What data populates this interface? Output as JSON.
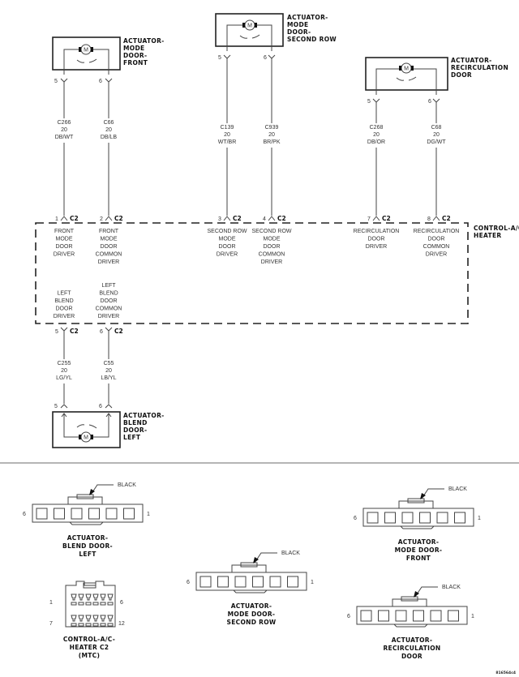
{
  "actuators": {
    "mode_front": {
      "title": [
        "ACTUATOR-",
        "MODE",
        "DOOR-",
        "FRONT"
      ],
      "motor": "M",
      "pins": [
        "5",
        "6"
      ]
    },
    "mode_second": {
      "title": [
        "ACTUATOR-",
        "MODE",
        "DOOR-",
        "SECOND ROW"
      ],
      "motor": "M",
      "pins": [
        "5",
        "6"
      ]
    },
    "recirc": {
      "title": [
        "ACTUATOR-",
        "RECIRCULATION",
        "DOOR"
      ],
      "motor": "M",
      "pins": [
        "5",
        "6"
      ]
    },
    "blend_left": {
      "title": [
        "ACTUATOR-",
        "BLEND",
        "DOOR-",
        "LEFT"
      ],
      "motor": "M",
      "pins": [
        "5",
        "6"
      ]
    }
  },
  "wires": [
    {
      "circuit": "C266",
      "gauge": "20",
      "color": "DB/WT"
    },
    {
      "circuit": "C66",
      "gauge": "20",
      "color": "DB/LB"
    },
    {
      "circuit": "C139",
      "gauge": "20",
      "color": "WT/BR"
    },
    {
      "circuit": "C939",
      "gauge": "20",
      "color": "BR/PK"
    },
    {
      "circuit": "C268",
      "gauge": "20",
      "color": "DB/OR"
    },
    {
      "circuit": "C68",
      "gauge": "20",
      "color": "DG/WT"
    },
    {
      "circuit": "C255",
      "gauge": "20",
      "color": "LG/YL"
    },
    {
      "circuit": "C55",
      "gauge": "20",
      "color": "LB/YL"
    }
  ],
  "controller": {
    "title": [
      "CONTROL-A/C-",
      "HEATER"
    ],
    "connector": "C2",
    "top_pins": [
      {
        "pin": "1",
        "lines": [
          "FRONT",
          "MODE",
          "DOOR",
          "DRIVER"
        ]
      },
      {
        "pin": "2",
        "lines": [
          "FRONT",
          "MODE",
          "DOOR",
          "COMMON",
          "DRIVER"
        ]
      },
      {
        "pin": "3",
        "lines": [
          "SECOND ROW",
          "MODE",
          "DOOR",
          "DRIVER"
        ]
      },
      {
        "pin": "4",
        "lines": [
          "SECOND ROW",
          "MODE",
          "DOOR",
          "COMMON",
          "DRIVER"
        ]
      },
      {
        "pin": "7",
        "lines": [
          "RECIRCULATION",
          "DOOR",
          "DRIVER"
        ]
      },
      {
        "pin": "8",
        "lines": [
          "RECIRCULATION",
          "DOOR",
          "COMMON",
          "DRIVER"
        ]
      }
    ],
    "bottom_pins": [
      {
        "pin": "5",
        "lines": [
          "LEFT",
          "BLEND",
          "DOOR",
          "DRIVER"
        ]
      },
      {
        "pin": "6",
        "lines": [
          "LEFT",
          "BLEND",
          "DOOR",
          "COMMON",
          "DRIVER"
        ]
      }
    ]
  },
  "connector_views": {
    "blend_left": {
      "label": [
        "ACTUATOR-",
        "BLEND DOOR-",
        "LEFT"
      ],
      "color": "BLACK",
      "pin_left": "6",
      "pin_right": "1"
    },
    "mode_second": {
      "label": [
        "ACTUATOR-",
        "MODE DOOR-",
        "SECOND ROW"
      ],
      "color": "BLACK",
      "pin_left": "6",
      "pin_right": "1"
    },
    "mode_front": {
      "label": [
        "ACTUATOR-",
        "MODE DOOR-",
        "FRONT"
      ],
      "color": "BLACK",
      "pin_left": "6",
      "pin_right": "1"
    },
    "recirc": {
      "label": [
        "ACTUATOR-",
        "RECIRCULATION",
        "DOOR"
      ],
      "color": "BLACK",
      "pin_left": "6",
      "pin_right": "1"
    },
    "controller_c2": {
      "label": [
        "CONTROL-A/C-",
        "HEATER C2",
        "(MTC)"
      ],
      "pins": [
        "1",
        "6",
        "7",
        "12"
      ]
    }
  },
  "figure_id": "816564c4"
}
